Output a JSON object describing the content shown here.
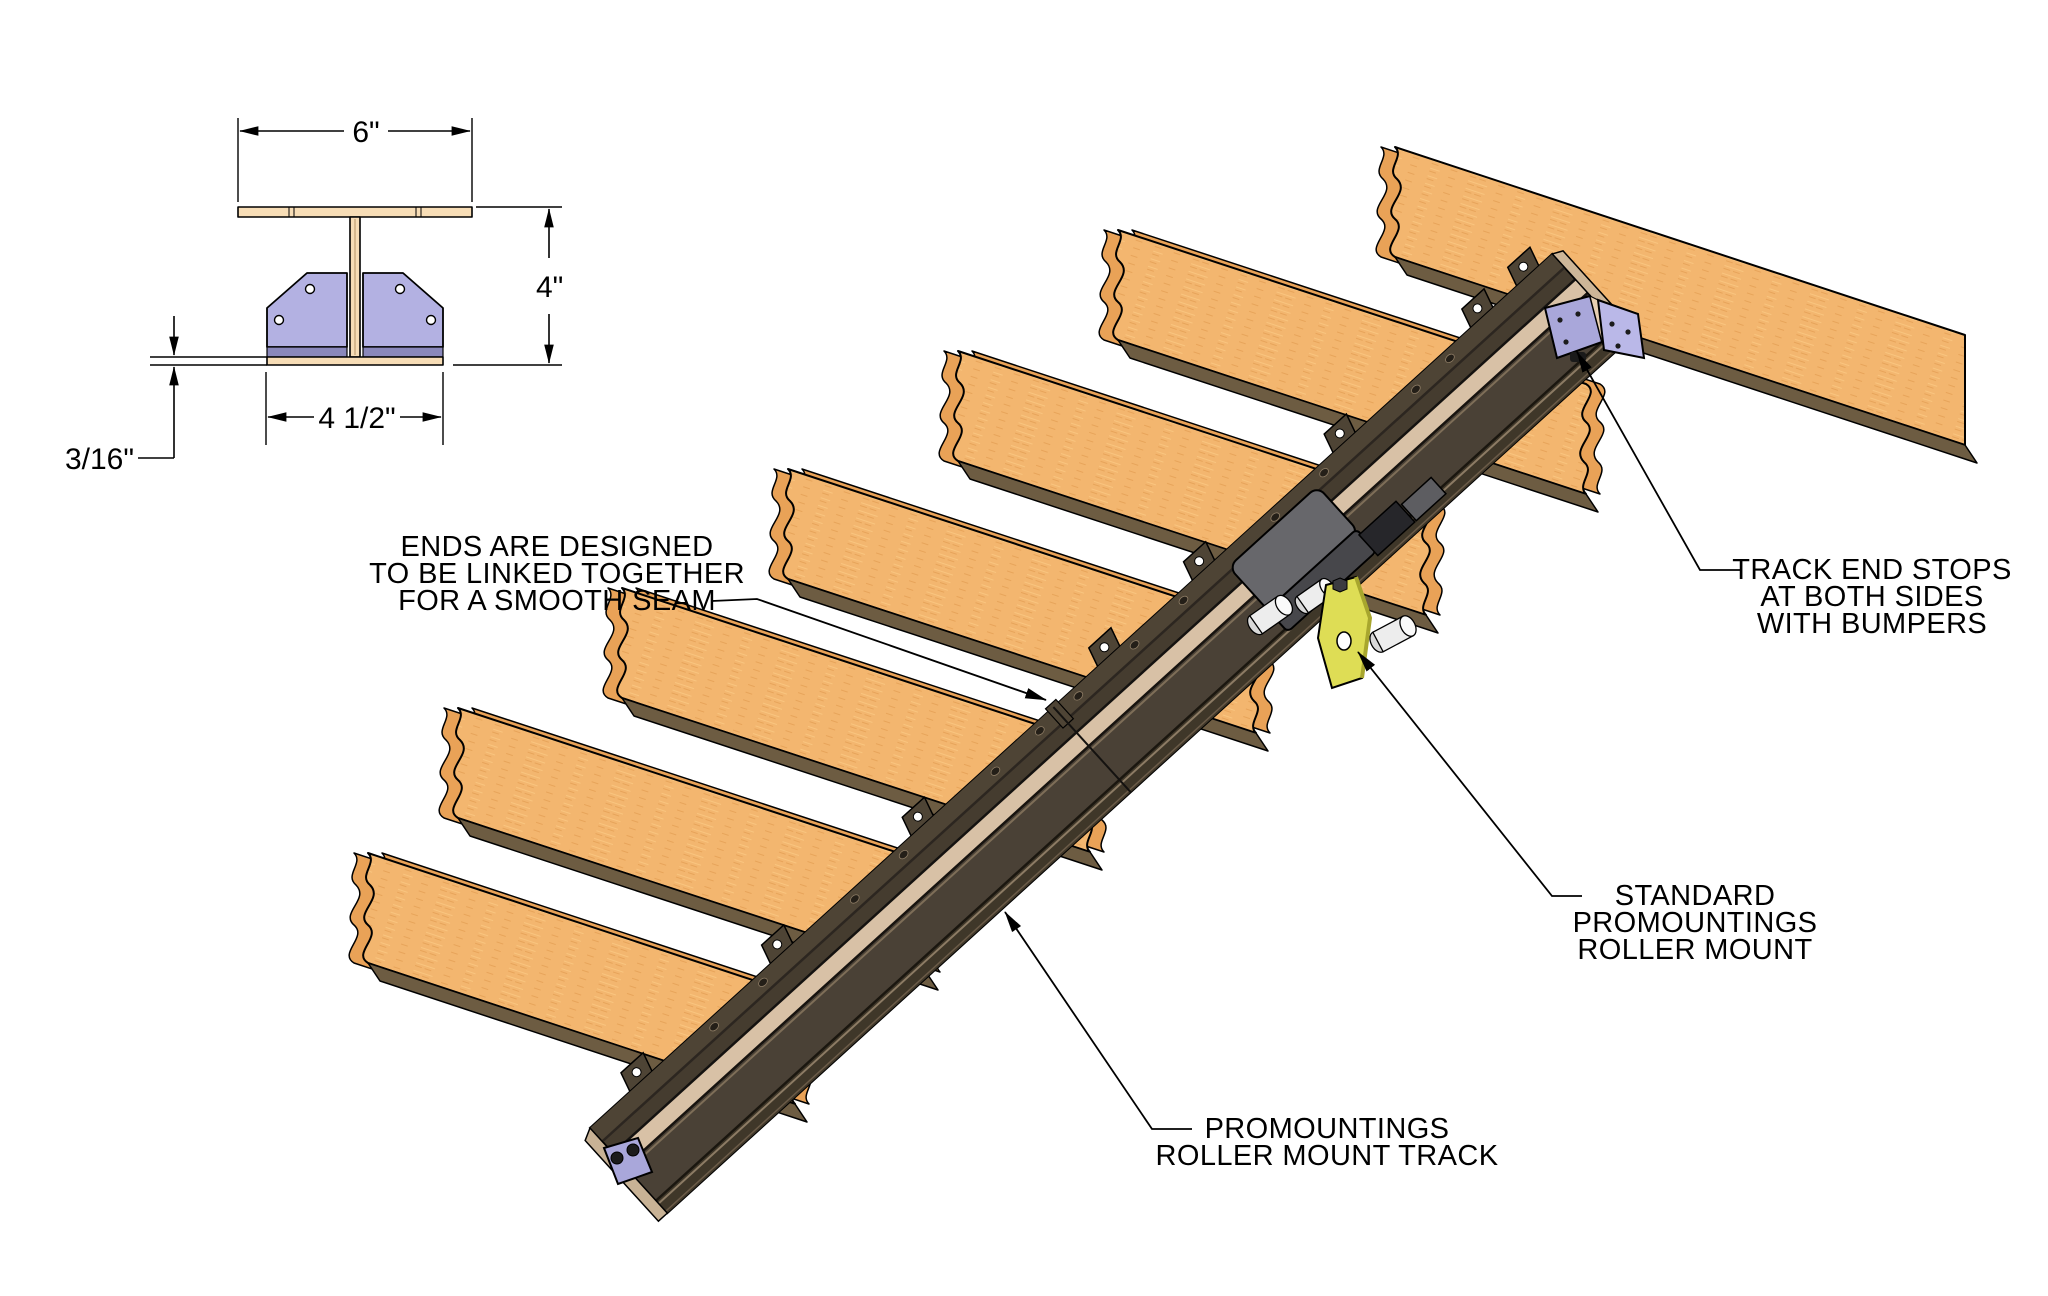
{
  "drawing": {
    "type": "technical_drawing",
    "background": "#ffffff"
  },
  "detail_view": {
    "dimensions": {
      "top_width": "6\"",
      "height": "4\"",
      "bottom_width": "4 1/2\"",
      "flange_thickness": "3/16\""
    }
  },
  "callouts": {
    "seam": {
      "lines": [
        "ENDS ARE DESIGNED",
        "TO BE LINKED TOGETHER",
        "FOR A SMOOTH SEAM"
      ]
    },
    "end_stops": {
      "lines": [
        "TRACK END STOPS",
        "AT BOTH SIDES",
        "WITH BUMPERS"
      ]
    },
    "roller_mount": {
      "lines": [
        "STANDARD",
        "PROMOUNTINGS",
        "ROLLER MOUNT"
      ]
    },
    "track": {
      "lines": [
        "PROMOUNTINGS",
        "ROLLER MOUNT TRACK"
      ]
    }
  },
  "colors": {
    "wood_face": "#f3b66f",
    "wood_end_grain": "#e9a257",
    "wood_bottom_edge": "#6d5c42",
    "track_flange": "#4e4435",
    "track_wall": "#4a4136",
    "track_channel": "#d8c1a6",
    "end_stop_purple": "#a9a7da",
    "roller_mount_yellow": "#dedd55",
    "housing_gray": "#67676b",
    "roller_white": "#ededed",
    "line": "#000000"
  }
}
